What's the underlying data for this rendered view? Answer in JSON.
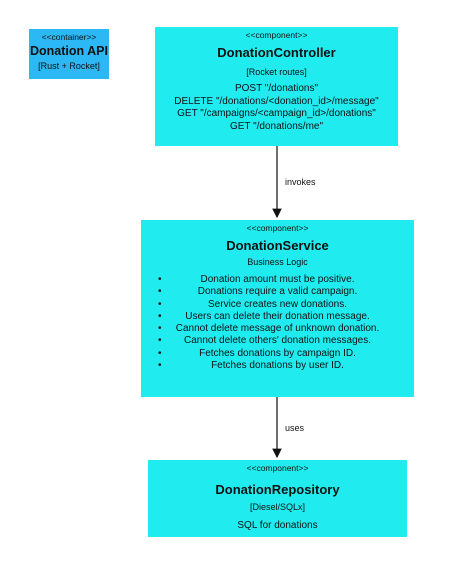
{
  "container": {
    "stereotype": "<<container>>",
    "name": "Donation API",
    "tech": "[Rust + Rocket]"
  },
  "controller": {
    "stereotype": "<<component>>",
    "name": "DonationController",
    "tech": "[Rocket routes]",
    "routes": [
      "POST \"/donations\"",
      "DELETE \"/donations/<donation_id>/message\"",
      "GET \"/campaigns/<campaign_id>/donations\"",
      "GET \"/donations/me\""
    ]
  },
  "service": {
    "stereotype": "<<component>>",
    "name": "DonationService",
    "tech": "Business Logic",
    "rules": [
      "Donation amount must be positive.",
      "Donations require a valid campaign.",
      "Service creates new donations.",
      "Users can delete their donation message.",
      "Cannot delete message of unknown donation.",
      "Cannot delete others' donation messages.",
      "Fetches donations by campaign ID.",
      "Fetches donations by user ID."
    ]
  },
  "repository": {
    "stereotype": "<<component>>",
    "name": "DonationRepository",
    "tech": "[Diesel/SQLx]",
    "description": "SQL for donations"
  },
  "edges": {
    "controller_to_service": "invokes",
    "service_to_repository": "uses"
  },
  "bullet_glyph": "•",
  "colors": {
    "component_fill": "#20ecf0",
    "container_fill": "#2bb8f5"
  }
}
